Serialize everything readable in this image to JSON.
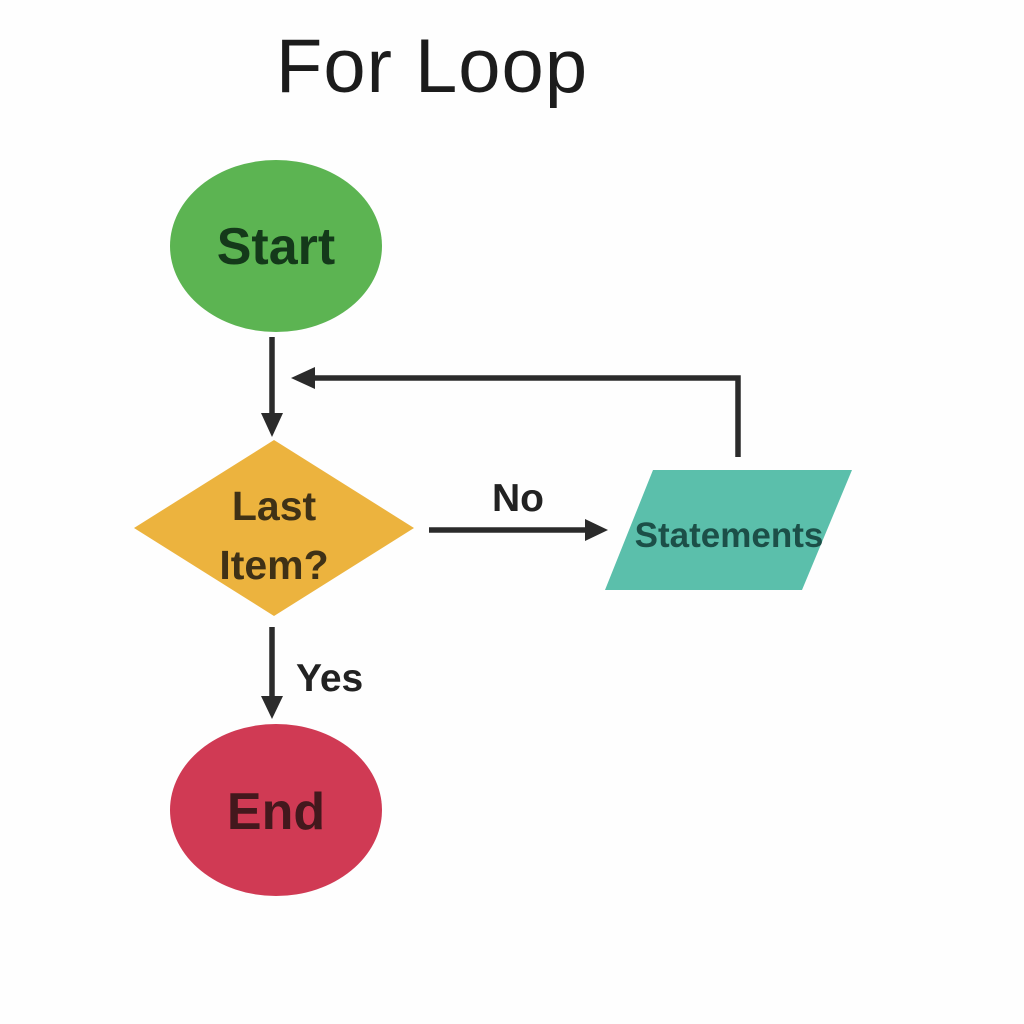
{
  "title": "For Loop",
  "diagram_type": "flowchart",
  "nodes": {
    "start": {
      "label": "Start",
      "shape": "ellipse",
      "fill": "#5cb452",
      "text_color": "#14391a"
    },
    "decision": {
      "label_line1": "Last",
      "label_line2": "Item?",
      "shape": "diamond",
      "fill": "#ecb33e",
      "text_color": "#3f3116"
    },
    "process": {
      "label": "Statements",
      "shape": "parallelogram",
      "fill": "#5bbfab",
      "text_color": "#1c4f48"
    },
    "end": {
      "label": "End",
      "shape": "ellipse",
      "fill": "#d03a54",
      "text_color": "#43181d"
    }
  },
  "edges": {
    "no_label": "No",
    "yes_label": "Yes",
    "line_color": "#2b2b2b",
    "label_color": "#222222",
    "title_color": "#1c1c1c"
  }
}
